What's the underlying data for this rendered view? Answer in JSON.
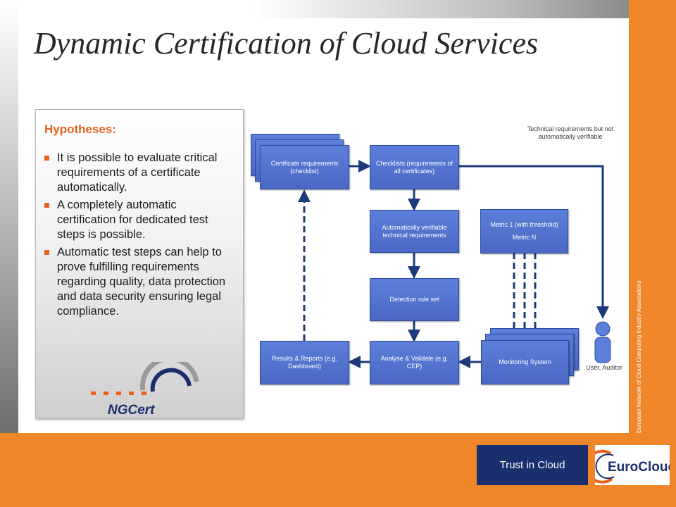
{
  "slide": {
    "title": "Dynamic Certification of Cloud Services",
    "vertical_text": "European Network of Cloud Computing Industry Associations"
  },
  "footer": {
    "trust_label": "Trust in Cloud",
    "logo_text": "EuroCloud"
  },
  "hypotheses": {
    "title": "Hypotheses:",
    "items": [
      "It is possible to evaluate critical requirements of a certificate automatically.",
      "A completely automatic certification for dedicated test steps is possible.",
      "Automatic test steps can help to prove fulfilling requirements regarding quality, data protection and data security ensuring legal compliance."
    ],
    "logo_text": "NGCert"
  },
  "diagram": {
    "certificate_requirements": "Certificate requirements (checklist)",
    "checklists": "Checklists (requirements of all certificates)",
    "auto_requirements": "Automatically verifiable technical requirements",
    "detection_rule_set": "Detection rule set",
    "analyse_validate": "Analyse & Validate (e.g. CEP)",
    "results_reports": "Results & Reports (e.g. Dashboard)",
    "metric_1": "Metric 1 (with threshold)",
    "metric_n": "Metric N",
    "monitoring_system": "Monitoring System",
    "technical_requirements": "Technical requirements but not automatically verifiable",
    "user_auditor": "User, Auditor"
  },
  "colors": {
    "orange": "#f0862a",
    "navy": "#1b2f6e",
    "box_blue": "#4a68c4",
    "arrow": "#1c3a7a",
    "hyp_orange": "#e8601c"
  }
}
